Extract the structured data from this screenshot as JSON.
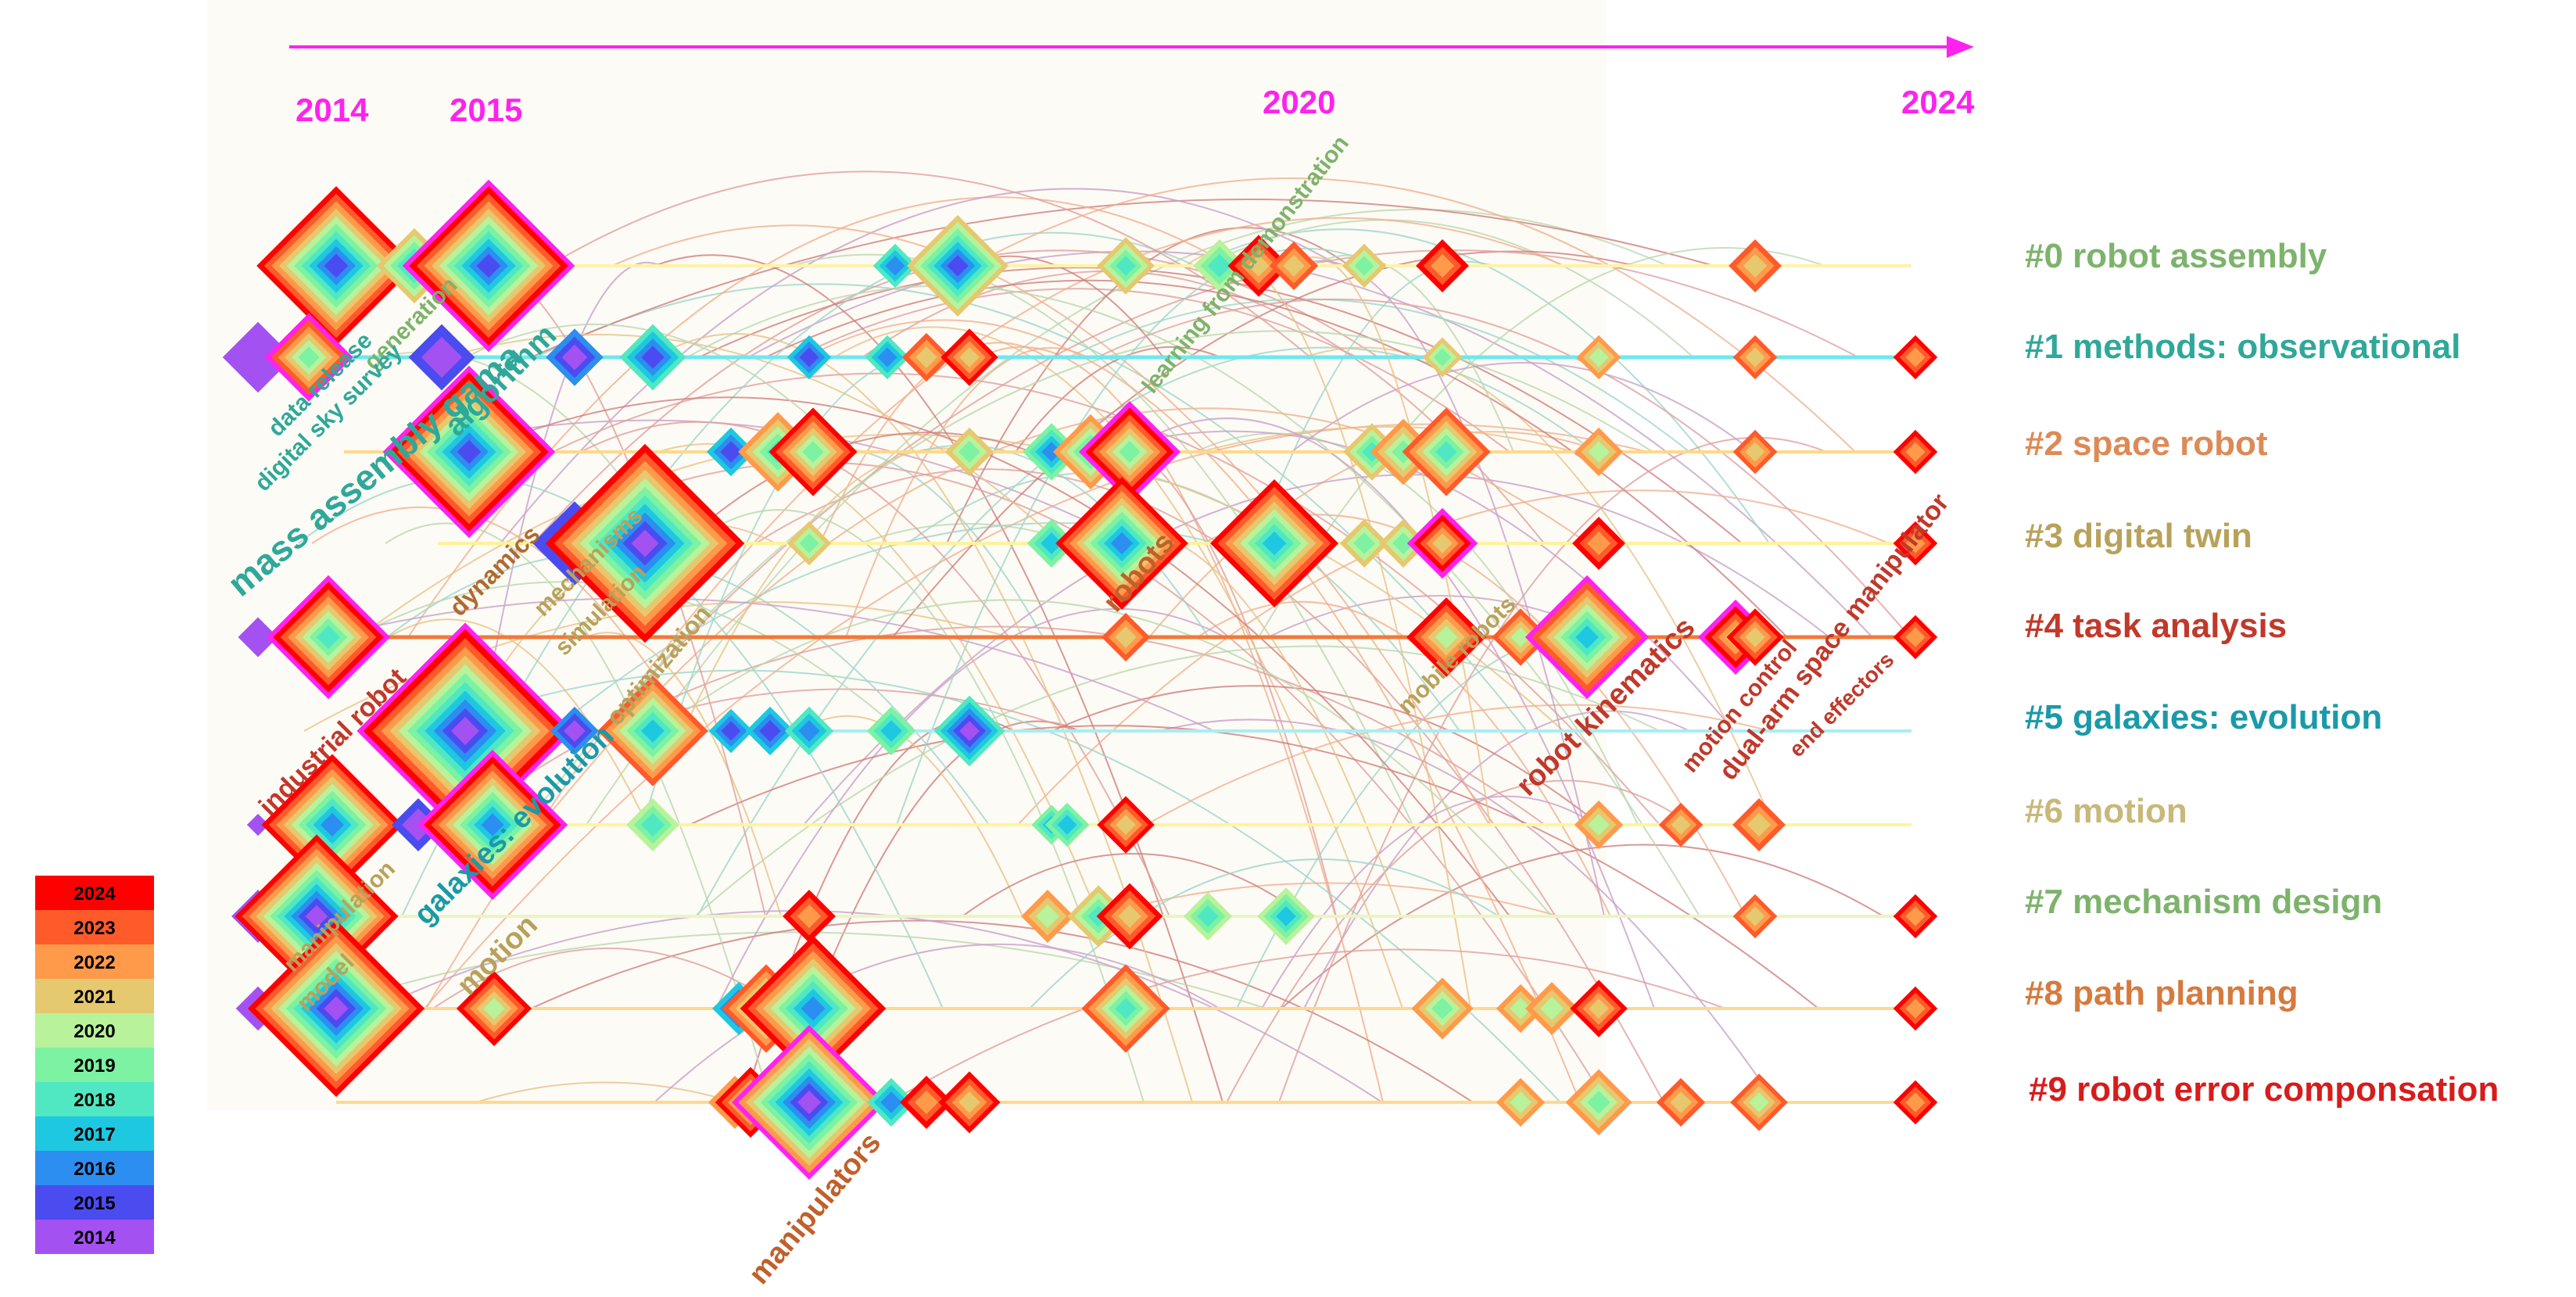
{
  "timeline": {
    "years": [
      "2014",
      "2015",
      "2020",
      "2024"
    ],
    "arrow_color": "#ff22ee"
  },
  "clusters": [
    {
      "label": "#0 robot assembly",
      "color": "#7db36c"
    },
    {
      "label": "#1 methods: observational",
      "color": "#2fa89a"
    },
    {
      "label": "#2 space robot",
      "color": "#dd8a56"
    },
    {
      "label": "#3 digital twin",
      "color": "#b8a25a"
    },
    {
      "label": "#4 task analysis",
      "color": "#c0392b"
    },
    {
      "label": "#5 galaxies: evolution",
      "color": "#1a9aa8"
    },
    {
      "label": "#6 motion",
      "color": "#c8b87a"
    },
    {
      "label": "#7 mechanism design",
      "color": "#7db36c"
    },
    {
      "label": "#8 path planning",
      "color": "#d67a3e"
    },
    {
      "label": "#9 robot  error componsation",
      "color": "#d61c1c"
    }
  ],
  "keywords": [
    {
      "text": "data release",
      "color": "#2fa89a"
    },
    {
      "text": "generation",
      "color": "#7db36c"
    },
    {
      "text": "digital sky survey",
      "color": "#2fa89a"
    },
    {
      "text": "mass assembly gama",
      "color": "#2fa89a"
    },
    {
      "text": "algorithm",
      "color": "#2fa89a"
    },
    {
      "text": "learning from demonstration",
      "color": "#7db36c"
    },
    {
      "text": "dynamics",
      "color": "#b06a30"
    },
    {
      "text": "mechanisms",
      "color": "#b8a25a"
    },
    {
      "text": "simulation",
      "color": "#b8a25a"
    },
    {
      "text": "optimization",
      "color": "#b8a25a"
    },
    {
      "text": "robots",
      "color": "#c0602b"
    },
    {
      "text": "mobile robots",
      "color": "#b8a25a"
    },
    {
      "text": "robot kinematics",
      "color": "#c0392b"
    },
    {
      "text": "motion control",
      "color": "#c0392b"
    },
    {
      "text": "dual-arm space manipulator",
      "color": "#c0392b"
    },
    {
      "text": "end effectors",
      "color": "#c0392b"
    },
    {
      "text": "industrial robot",
      "color": "#c0392b"
    },
    {
      "text": "galaxies: evolution",
      "color": "#1a9aa8"
    },
    {
      "text": "manipulation",
      "color": "#b8a25a"
    },
    {
      "text": "model",
      "color": "#b8a25a"
    },
    {
      "text": "motion",
      "color": "#b8a25a"
    },
    {
      "text": "manipulators",
      "color": "#c0602b"
    }
  ],
  "legend": {
    "years": [
      "2024",
      "2023",
      "2022",
      "2021",
      "2020",
      "2019",
      "2018",
      "2017",
      "2016",
      "2015",
      "2014"
    ],
    "colors": [
      "#ff0000",
      "#ff5a2a",
      "#ff9a4a",
      "#e6c86e",
      "#b8f29a",
      "#7cf2a2",
      "#4fe8c2",
      "#1ec8e0",
      "#2c8ef0",
      "#4a4cf0",
      "#a451f2"
    ]
  }
}
